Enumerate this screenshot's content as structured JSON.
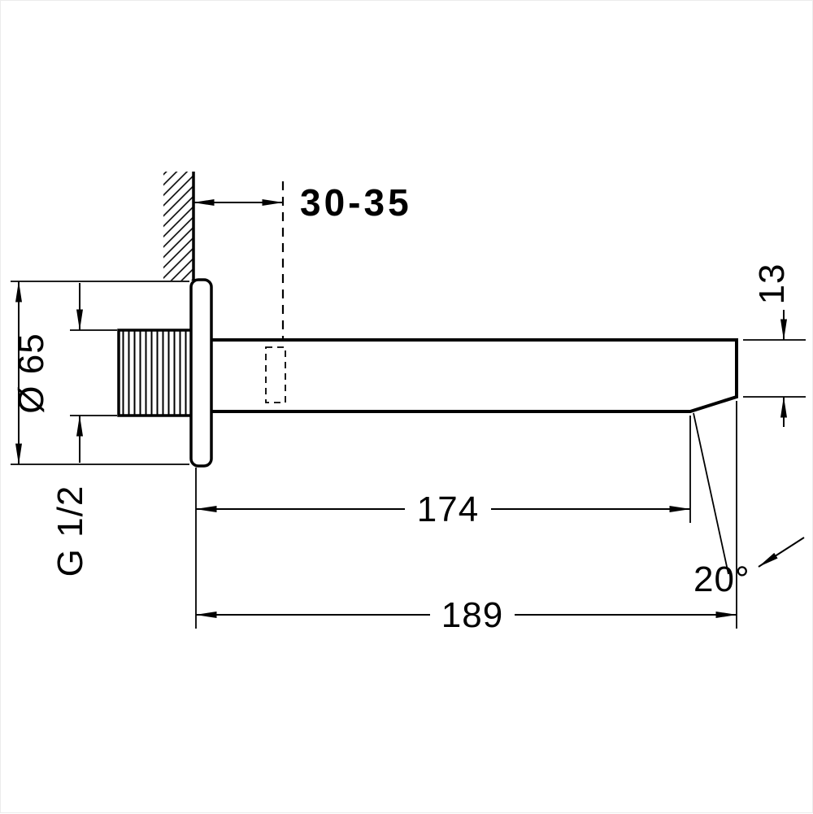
{
  "drawing": {
    "type": "technical-dimension-drawing",
    "subject": "wall-mounted-bath-spout-side-view",
    "colors": {
      "line": "#000000",
      "background": "#ffffff"
    },
    "labels": {
      "wall_distance": "30-35",
      "flange_diameter": "Ø 65",
      "thread_size": "G 1/2",
      "spout_end_height": "13",
      "length_to_outlet_edge": "174",
      "total_length": "189",
      "outlet_angle": "20°"
    }
  }
}
